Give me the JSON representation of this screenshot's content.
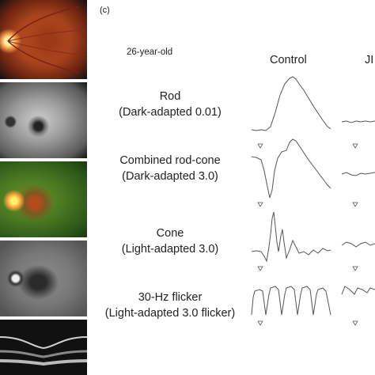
{
  "panel_label": "(c)",
  "patient_age": "26-year-old",
  "columns": {
    "control": "Control",
    "patient_partial": "JI"
  },
  "conditions": [
    {
      "name": "Rod",
      "setting": "(Dark-adapted 0.01)"
    },
    {
      "name": "Combined rod-cone",
      "setting": "(Dark-adapted 3.0)"
    },
    {
      "name": "Cone",
      "setting": "(Light-adapted 3.0)"
    },
    {
      "name": "30-Hz flicker",
      "setting": "(Light-adapted 3.0 flicker)"
    }
  ],
  "stimulus_marker": "▽",
  "images": [
    {
      "kind": "fundus-color-photo"
    },
    {
      "kind": "fundus-autofluorescence"
    },
    {
      "kind": "widefield-pseudocolor-fundus"
    },
    {
      "kind": "fundus-autofluorescence-closeup"
    },
    {
      "kind": "oct-scan"
    }
  ]
}
